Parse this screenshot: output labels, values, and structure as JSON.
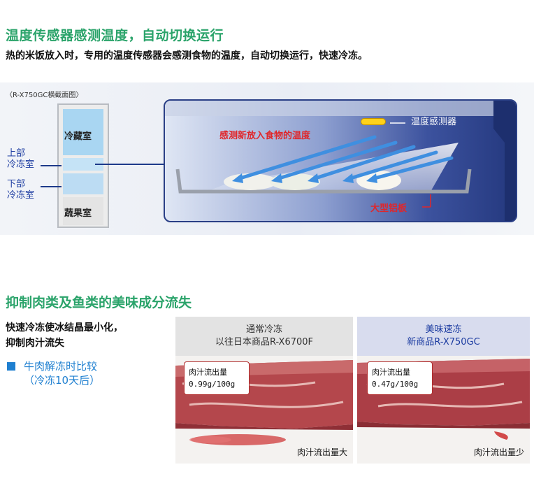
{
  "section1": {
    "title": "温度传感器感测温度，自动切换运行",
    "subtitle": "热的米饭放入时，专用的温度传感器会感测食物的温度，自动切换运行，快速冷冻。",
    "caption": "〈R-X750GC横截面图〉",
    "fridge": {
      "compartments": [
        "冷藏室",
        "蔬果室"
      ],
      "upper_label_1": "上部",
      "upper_label_2": "冷冻室",
      "lower_label_1": "下部",
      "lower_label_2": "冷冻室"
    },
    "panel": {
      "sensor_label": "温度感测器",
      "sensing_label": "感测新放入食物的温度",
      "tray_label": "大型铝板"
    }
  },
  "section2": {
    "title": "抑制肉类及鱼类的美味成分流失",
    "desc_line1": "快速冷冻使冰结晶最小化，",
    "desc_line2": "抑制肉汁流失",
    "bullet_line1": "牛肉解冻时比较",
    "bullet_line2": "（冷冻10天后）",
    "left": {
      "head_line1": "通常冷冻",
      "head_line2": "以往日本商品R-X6700F",
      "readout_label": "肉汁流出量",
      "readout_value": "0.99g/100g",
      "foot": "肉汁流出量大"
    },
    "right": {
      "head_line1": "美味速冻",
      "head_line2": "新商品R-X750GC",
      "readout_label": "肉汁流出量",
      "readout_value": "0.47g/100g",
      "foot": "肉汁流出量少"
    }
  },
  "colors": {
    "title_green": "#2aa36a",
    "label_blue": "#1a3aa0",
    "bullet_blue": "#1e7fd0",
    "warning_red": "#e0262a",
    "panel_navy": "#24387e"
  }
}
